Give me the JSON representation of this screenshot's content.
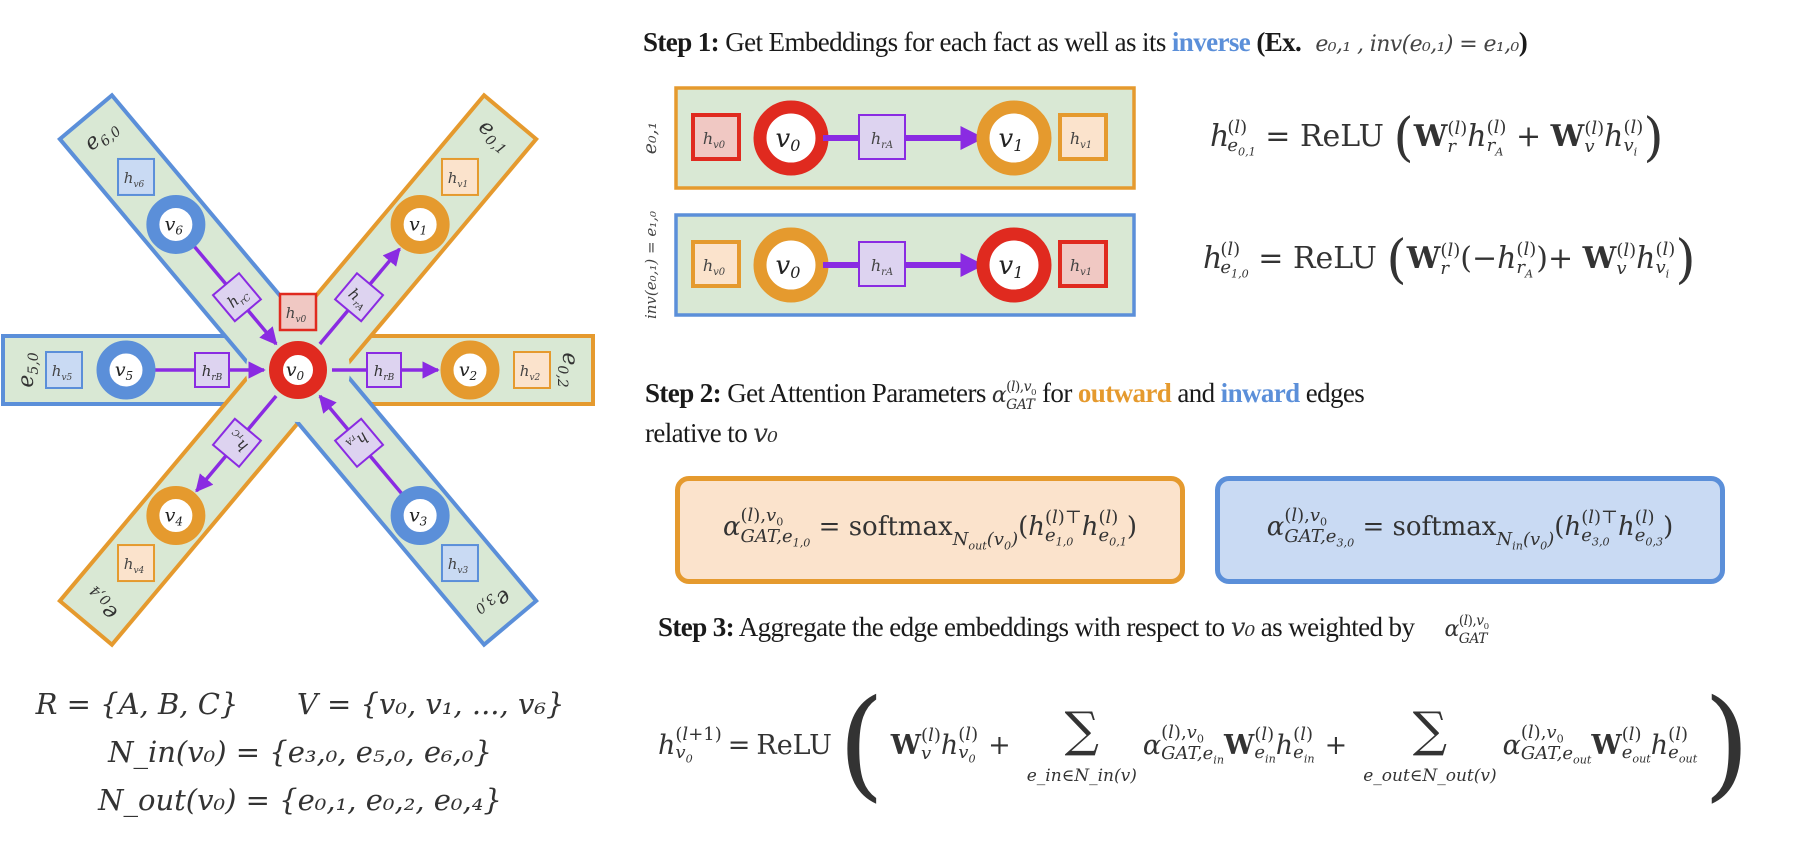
{
  "colors": {
    "outward": "#e59a2e",
    "inward": "#5b8fd9",
    "center_node": "#e02a1f",
    "relation_arrow": "#8a2be2",
    "band_fill": "#d9e8d4",
    "orange_box_fill": "#fbe3cc",
    "blue_box_fill": "#c9daf3",
    "relation_box_fill": "#ddd3f0",
    "center_box_fill": "#f0c8c3"
  },
  "graph": {
    "center": {
      "label": "v0",
      "embedding": "h_v0^(l)"
    },
    "edges": [
      {
        "id": "e0,1",
        "label": "e",
        "sub": "0,1",
        "direction": "outward",
        "neighbor": "v1",
        "neighbor_sub": "1",
        "relation": "A",
        "embedding_sub": "v1"
      },
      {
        "id": "e0,2",
        "label": "e",
        "sub": "0,2",
        "direction": "outward",
        "neighbor": "v2",
        "neighbor_sub": "2",
        "relation": "B",
        "embedding_sub": "v2"
      },
      {
        "id": "e3,0",
        "label": "e",
        "sub": "3,0",
        "direction": "inward",
        "neighbor": "v3",
        "neighbor_sub": "3",
        "relation": "A",
        "embedding_sub": "v3"
      },
      {
        "id": "e0,4",
        "label": "e",
        "sub": "0,4",
        "direction": "outward",
        "neighbor": "v4",
        "neighbor_sub": "4",
        "relation": "C",
        "embedding_sub": "v4"
      },
      {
        "id": "e5,0",
        "label": "e",
        "sub": "5,0",
        "direction": "inward",
        "neighbor": "v5",
        "neighbor_sub": "5",
        "relation": "B",
        "embedding_sub": "v5"
      },
      {
        "id": "e6,0",
        "label": "e",
        "sub": "6,0",
        "direction": "inward",
        "neighbor": "v6",
        "neighbor_sub": "6",
        "relation": "C",
        "embedding_sub": "v6"
      }
    ]
  },
  "definitions": {
    "R": "R = {A, B, C}",
    "V": "V = {v₀, v₁, ..., v₆}",
    "N_in": "N_in(v₀) = {e₃,₀, e₅,₀, e₆,₀}",
    "N_out": "N_out(v₀) = {e₀,₁, e₀,₂, e₀,₄}",
    "R_lhs": "R",
    "R_rhs": "{A, B, C}",
    "V_lhs": "V",
    "V_rhs_pre": "{v",
    "V_items": [
      "0",
      "1",
      "6"
    ],
    "Nin_lhs": "N",
    "Nin_sub": "in",
    "Nin_arg": "v",
    "Nin_items": [
      "3,0",
      "5,0",
      "6,0"
    ],
    "Nout_lhs": "N",
    "Nout_sub": "out",
    "Nout_items": [
      "0,1",
      "0,2",
      "0,4"
    ]
  },
  "step1": {
    "label": "Step 1:",
    "text": " Get Embeddings for each fact as well as its ",
    "highlight": "inverse",
    "example_prefix": " (Ex.",
    "example_math": "e₀,₁ ,  inv(e₀,₁) = e₁,₀",
    "example_close": ")",
    "facts": [
      {
        "side_label": "e₀,₁",
        "source": "v₀",
        "target": "v₁",
        "relation": "A",
        "border": "outward",
        "source_role": "center",
        "target_role": "outward"
      },
      {
        "side_label": "inv(e₀,₁) = e₁,₀",
        "source": "v₀",
        "target": "v₁",
        "relation": "A",
        "border": "inward",
        "source_role": "outward",
        "target_role": "center"
      }
    ],
    "equations": [
      "h^(l)_{e0,1} = ReLU ( W_r^(l) h^(l)_{rA} + W_v^(l) h^(l)_{vi} )",
      "h^(l)_{e1,0} = ReLU ( W_r^(l) (−h^(l)_{rA}) + W_v^(l) h^(l)_{vi} )"
    ],
    "eq_relu": "ReLU"
  },
  "step2": {
    "label": "Step 2:",
    "text_a": " Get Attention Parameters ",
    "symbol": "α^{(l),v0}_{GAT}",
    "text_b": " for ",
    "outward": "outward",
    "text_c": " and ",
    "inward": "inward",
    "text_d": " edges",
    "line2": "relative to ",
    "line2_math": "v₀",
    "boxes": [
      {
        "kind": "outward",
        "formula": "α^{(l),v0}_{GAT,e1,0} = softmax_{Nout(v0)}(h^{(l)⊤}_{e1,0} h^{(l)}_{e0,1})",
        "edge_sub": "1,0",
        "norm_sub": "out",
        "pair_sub": "0,1"
      },
      {
        "kind": "inward",
        "formula": "α^{(l),v0}_{GAT,e3,0} = softmax_{Nin(v0)}(h^{(l)⊤}_{e3,0} h^{(l)}_{e0,3})",
        "edge_sub": "3,0",
        "norm_sub": "in",
        "pair_sub": "0,3"
      }
    ],
    "softmax": "softmax"
  },
  "step3": {
    "label": "Step 3:",
    "text": " Aggregate the edge embeddings with respect to ",
    "math_v0": "v₀",
    "text_b": " as weighted by ",
    "symbol": "α^{(l),v0}_{GAT}",
    "equation": "h^{(l+1)}_{v0} = ReLU ( W_v^(l) h^(l)_{v0} + Σ_{e_in∈N_in(v)} α^{(l),v0}_{GAT,e_in} W^(l)_{e_in} h^(l)_{e_in} + Σ_{e_out∈N_out(v)} α^{(l),v0}_{GAT,e_out} W^(l)_{e_out} h^(l)_{e_out} )",
    "relu": "ReLU",
    "sum_in_sub": "e_in∈N_in(v)",
    "sum_out_sub": "e_out∈N_out(v)"
  }
}
